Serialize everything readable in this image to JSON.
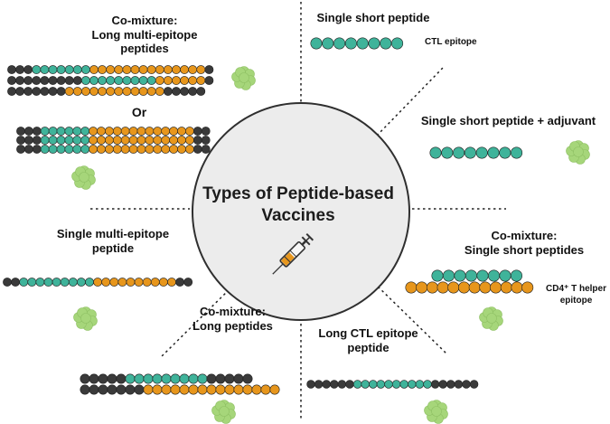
{
  "center": {
    "title": "Types of Peptide-based Vaccines"
  },
  "labels": {
    "comix_long_multi": "Co-mixture:\nLong multi-epitope\npeptides",
    "or": "Or",
    "single_short": "Single short peptide",
    "ctl_epitope": "CTL epitope",
    "single_short_adjuvant": "Single short peptide + adjuvant",
    "single_multi": "Single multi-epitope\npeptide",
    "comix_single_short": "Co-mixture:\nSingle short peptides",
    "cd4_helper": "CD4⁺ T helper\nepitope",
    "comix_long": "Co-mixture:\nLong peptides",
    "long_ctl": "Long CTL epitope\npeptide"
  },
  "colors": {
    "teal": "#3fb39a",
    "orange": "#e7961c",
    "dark": "#3a3a3a",
    "adjuvant": "#a6d67a",
    "circle_fill": "#ececec",
    "circle_stroke": "#2f2f2f"
  },
  "icons": [
    "adjuvant-icon",
    "syringe-icon"
  ]
}
